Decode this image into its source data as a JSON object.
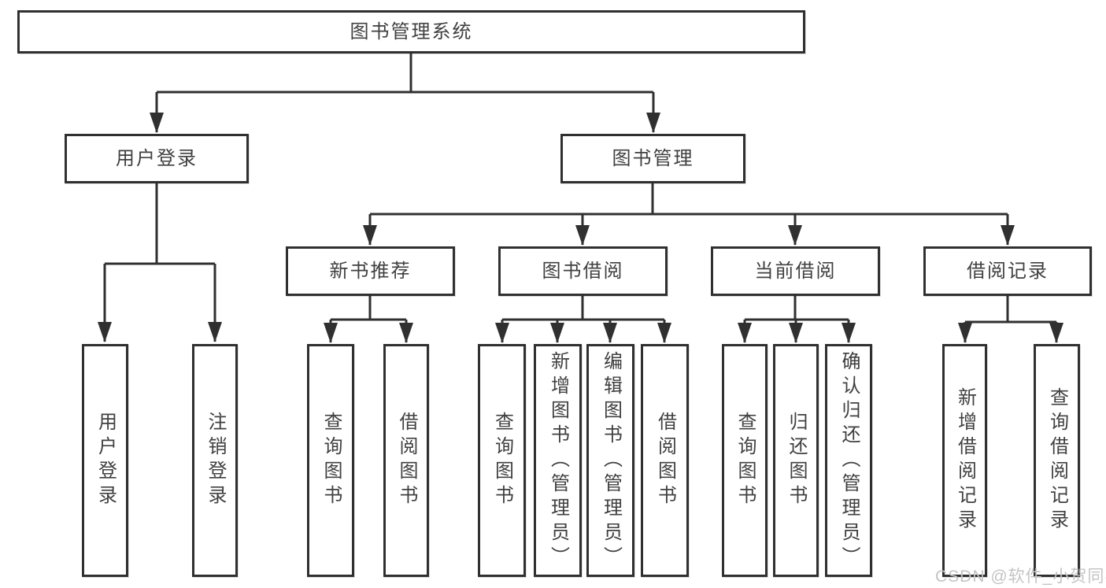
{
  "colors": {
    "line": "#303030",
    "text": "#404040",
    "watermark": "#c4c4c4",
    "background": "#ffffff"
  },
  "watermark": {
    "text": "CSDN @软件_小贺同学"
  },
  "nodes": {
    "root": {
      "label": "图书管理系统"
    },
    "level2": [
      {
        "label": "用户登录"
      },
      {
        "label": "图书管理"
      }
    ],
    "level3": [
      {
        "label": "新书推荐"
      },
      {
        "label": "图书借阅"
      },
      {
        "label": "当前借阅"
      },
      {
        "label": "借阅记录"
      }
    ],
    "leaves": [
      {
        "label": "用户登录"
      },
      {
        "label": "注销登录"
      },
      {
        "label": "查询图书"
      },
      {
        "label": "借阅图书"
      },
      {
        "label": "查询图书"
      },
      {
        "label": "新增图书（管理员）"
      },
      {
        "label": "编辑图书（管理员）"
      },
      {
        "label": "借阅图书"
      },
      {
        "label": "查询图书"
      },
      {
        "label": "归还图书"
      },
      {
        "label": "确认归还（管理员）"
      },
      {
        "label": "新增借阅记录"
      },
      {
        "label": "查询借阅记录"
      }
    ]
  }
}
